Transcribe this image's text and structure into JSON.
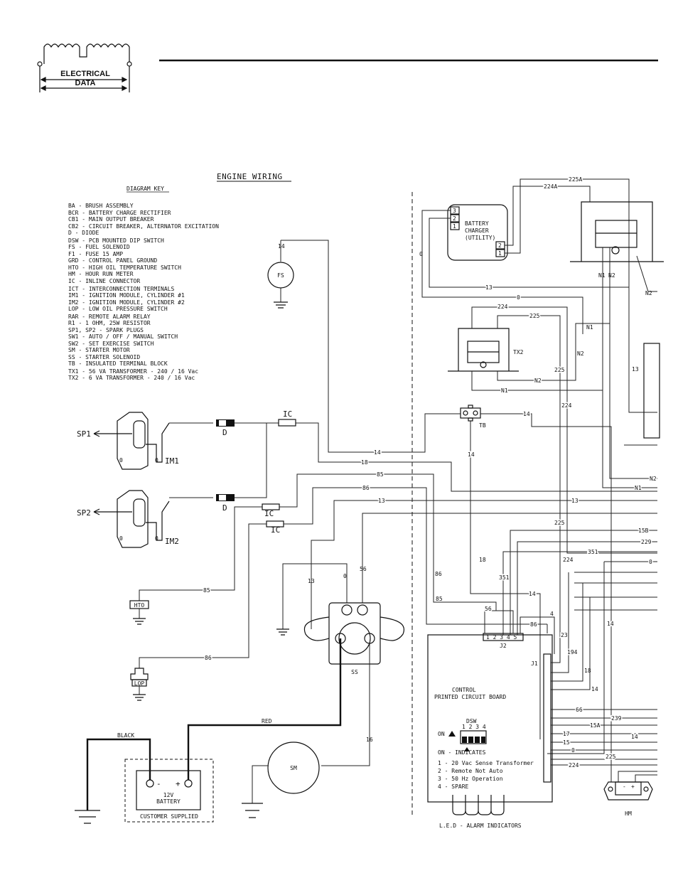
{
  "header": {
    "logo_line1": "ELECTRICAL",
    "logo_line2": "DATA"
  },
  "diagram": {
    "title": "ENGINE WIRING",
    "key_title": "DIAGRAM KEY",
    "key": [
      "BA  - BRUSH ASSEMBLY",
      "BCR - BATTERY CHARGE RECTIFIER",
      "CB1 - MAIN OUTPUT BREAKER",
      "CB2 - CIRCUIT BREAKER, ALTERNATOR EXCITATION",
      "D   - DIODE",
      "DSW - PCB MOUNTED DIP SWITCH",
      "FS  - FUEL SOLENOID",
      "F1  - FUSE 15 AMP",
      "GRD - CONTROL PANEL GROUND",
      "HTO - HIGH OIL TEMPERATURE SWITCH",
      "HM  - HOUR RUN METER",
      "IC  - INLINE CONNECTOR",
      "ICT - INTERCONNECTION TERMINALS",
      "IM1 - IGNITION MODULE, CYLINDER #1",
      "IM2 - IGNITION MODULE, CYLINDER #2",
      "LOP - LOW OIL PRESSURE SWITCH",
      "RAR - REMOTE ALARM RELAY",
      "R1  - 1 OHM, 25W RESISTOR",
      "SP1, SP2 - SPARK PLUGS",
      "SW1 - AUTO / OFF / MANUAL SWITCH",
      "SW2 - SET EXERCISE SWITCH",
      "SM  - STARTER MOTOR",
      "SS  - STARTER SOLENOID",
      "TB  - INSULATED TERMINAL BLOCK",
      "TX1 - 56 VA TRANSFORMER - 240 / 16 Vac",
      "TX2 - 6 VA TRANSFORMER - 240 / 16 Vac"
    ],
    "components": {
      "sp1": "SP1",
      "sp2": "SP2",
      "im1": "IM1",
      "im2": "IM2",
      "d": "D",
      "ic": "IC",
      "fs": "FS",
      "hto": "HTO",
      "lop": "LOP",
      "ss": "SS",
      "sm": "SM",
      "hm": "HM",
      "tb": "TB",
      "tx2": "TX2",
      "j1": "J1",
      "j2": "J2",
      "charger": [
        "BATTERY",
        "CHARGER",
        "(UTILITY)"
      ],
      "battery": [
        "12V",
        "BATTERY"
      ],
      "customer_supplied": "CUSTOMER SUPPLIED",
      "black": "BLACK",
      "red": "RED",
      "pcb": [
        "CONTROL",
        "PRINTED CIRCUIT BOARD"
      ],
      "dsw": "DSW",
      "dsw_nums": "1 2 3 4",
      "on": "ON",
      "on_indicates": "ON - INDICATES",
      "dsw_notes": [
        "1 - 20 Vac Sense Transformer",
        "2 - Remote Not Auto",
        "3 - 50 Hz Operation",
        "4 - SPARE"
      ],
      "led": "L.E.D - ALARM INDICATORS",
      "minus": "-",
      "plus": "+",
      "zero": "0"
    }
  }
}
